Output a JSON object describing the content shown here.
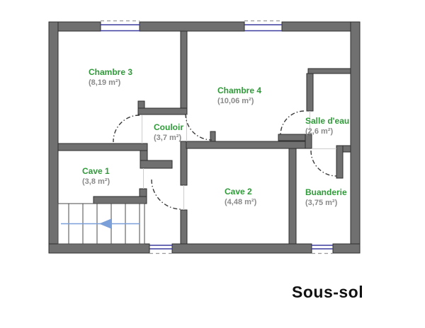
{
  "plan": {
    "title": "Sous-sol",
    "rooms": {
      "chambre3": {
        "name": "Chambre 3",
        "area": "(8,19 m²)"
      },
      "chambre4": {
        "name": "Chambre 4",
        "area": "(10,06 m²)"
      },
      "couloir": {
        "name": "Couloir",
        "area": "(3,7 m²)"
      },
      "salle_deau": {
        "name": "Salle d'eau",
        "area": "(2,6 m²)"
      },
      "cave1": {
        "name": "Cave 1",
        "area": "(3,8 m²)"
      },
      "cave2": {
        "name": "Cave 2",
        "area": "(4,48 m²)"
      },
      "buanderie": {
        "name": "Buanderie",
        "area": "(3,75 m²)"
      }
    },
    "colors": {
      "room_name": "#2e9b38",
      "room_area": "#8a8a8a",
      "wall_fill": "#707070",
      "wall_outline": "#2e2e2e",
      "window_blue": "#3c3c9e",
      "arrow_blue": "#7b9fd8",
      "title_color": "#111111"
    }
  }
}
